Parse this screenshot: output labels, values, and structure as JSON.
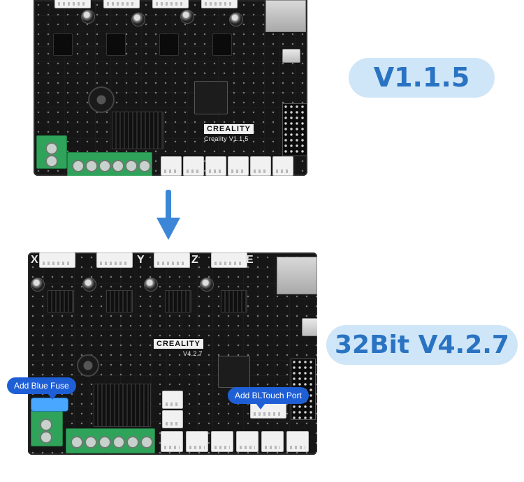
{
  "labels": {
    "old_version": "V1.1.5",
    "new_version": "32Bit V4.2.7",
    "callout_fuse": "Add Blue Fuse",
    "callout_bltouch": "Add BLTouch Port"
  },
  "old_board": {
    "logo": "CREALITY",
    "model": "Creality V1.1.5"
  },
  "new_board": {
    "logo": "CREALITY",
    "axis_labels": [
      "X",
      "Y",
      "Z",
      "E"
    ],
    "model": "V4.2.7"
  },
  "colors": {
    "accent": "#3c86d8",
    "badge_bg": "#cfe6f8",
    "badge_text": "#2a73c3",
    "callout_bg": "#1f5fd6",
    "fuse": "#4aa7ff"
  },
  "icons": [
    "down-arrow-icon"
  ]
}
